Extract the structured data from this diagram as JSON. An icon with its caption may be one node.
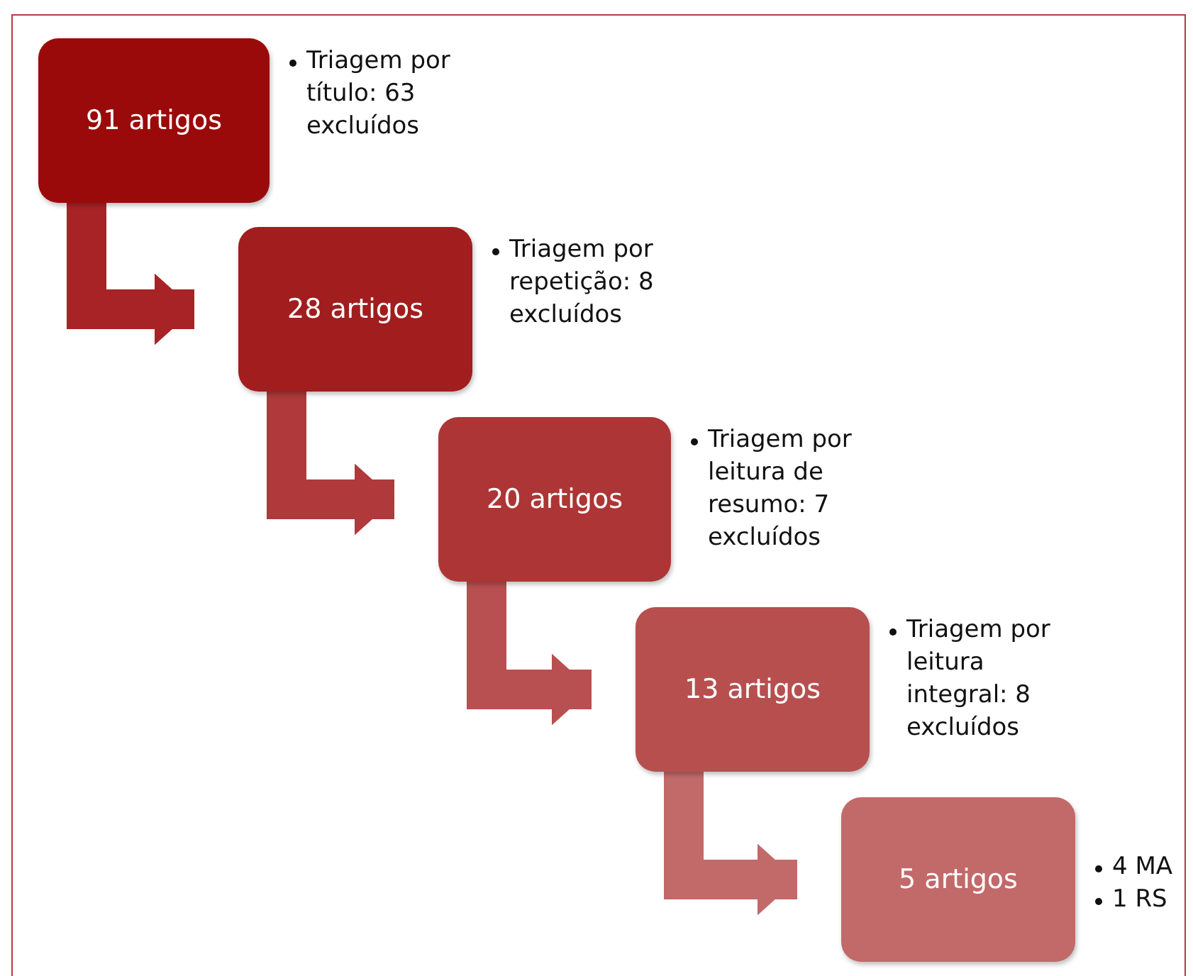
{
  "diagram": {
    "nodes": [
      {
        "text": [
          "91 artigos"
        ],
        "beside": [
          "Triagem por título: 63 excluídos"
        ]
      },
      {
        "text": [
          "28 artigos"
        ],
        "beside": [
          "Triagem por repetição: 8 excluídos"
        ]
      },
      {
        "text": [
          "20 artigos"
        ],
        "beside": [
          "Triagem por leitura de resumo: 7 excluídos"
        ]
      },
      {
        "text": [
          "13 artigos"
        ],
        "beside": [
          "Triagem por leitura integral: 8 excluídos"
        ]
      },
      {
        "text": [
          "5 artigos"
        ],
        "beside": [
          "4 MA",
          "1 RS"
        ]
      }
    ],
    "edges": [
      {
        "from": 0,
        "to": 1,
        "arrow": "to"
      },
      {
        "from": 1,
        "to": 2,
        "arrow": "to"
      },
      {
        "from": 2,
        "to": 3,
        "arrow": "to"
      },
      {
        "from": 3,
        "to": 4,
        "arrow": "to"
      }
    ]
  }
}
